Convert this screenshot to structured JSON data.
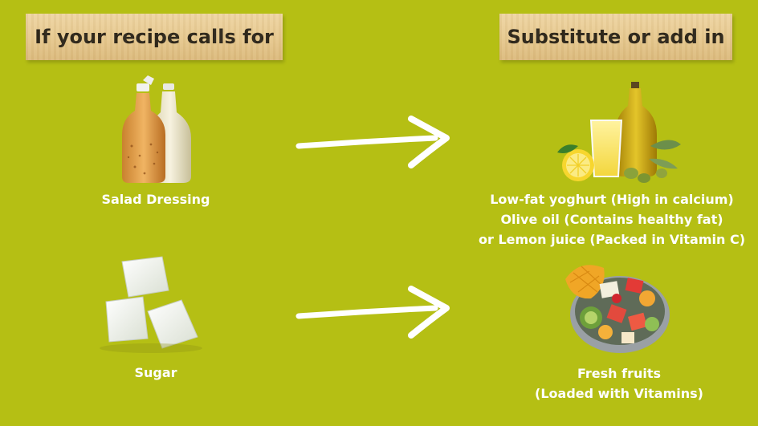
{
  "headers": {
    "left": "If your recipe calls for",
    "right": "Substitute or add in"
  },
  "rows": [
    {
      "item_label": "Salad Dressing",
      "substitute_lines": [
        "Low-fat yoghurt (High in calcium)",
        "Olive oil (Contains healthy fat)",
        "or Lemon juice (Packed in Vitamin C)"
      ]
    },
    {
      "item_label": "Sugar",
      "substitute_lines": [
        "Fresh fruits",
        "(Loaded with Vitamins)"
      ]
    }
  ],
  "colors": {
    "background": "#b5bf14",
    "header_paper": "#e6c88e",
    "text_light": "#ffffff",
    "text_dark": "#2b2418"
  }
}
